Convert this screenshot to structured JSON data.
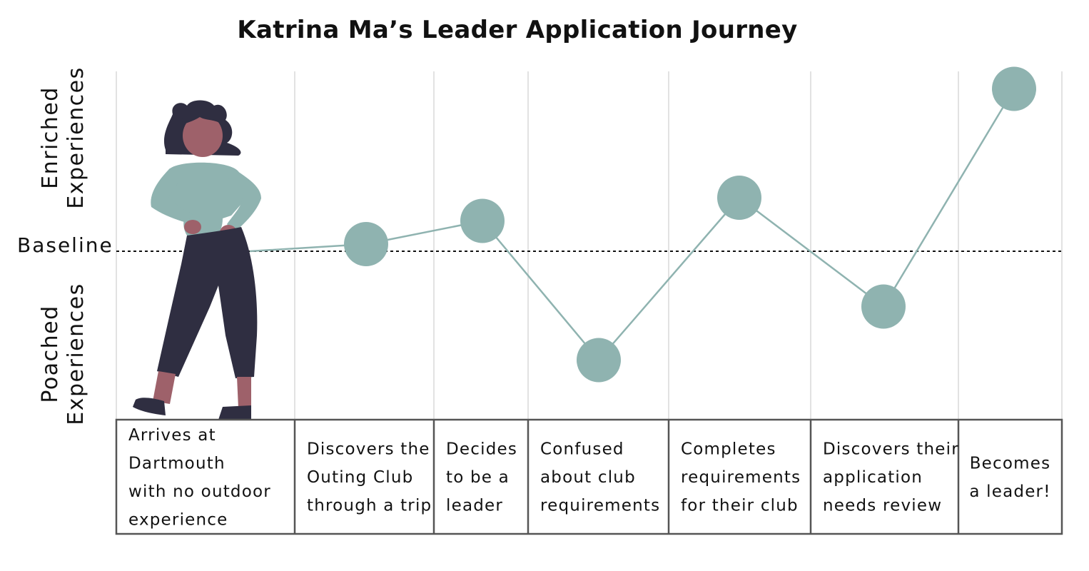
{
  "title": "Katrina Ma’s Leader Application Journey",
  "y_axis": {
    "upper": [
      "Enriched",
      "Experiences"
    ],
    "baseline": "Baseline",
    "lower": [
      "Poached",
      "Experiences"
    ]
  },
  "stages": [
    {
      "lines": [
        "Arrives at",
        "Dartmouth",
        "with no outdoor",
        "experience"
      ],
      "level": 0
    },
    {
      "lines": [
        "Discovers the",
        "Outing Club",
        "through a trip"
      ],
      "level": 0.04
    },
    {
      "lines": [
        "Decides",
        "to be a",
        "leader"
      ],
      "level": 0.17
    },
    {
      "lines": [
        "Confused",
        "about club",
        "requirements"
      ],
      "level": -0.61
    },
    {
      "lines": [
        "Completes",
        "requirements",
        "for their club"
      ],
      "level": 0.3
    },
    {
      "lines": [
        "Discovers their",
        "application",
        "needs review"
      ],
      "level": -0.31
    },
    {
      "lines": [
        "Becomes",
        "a leader!"
      ],
      "level": 0.91
    }
  ],
  "colors": {
    "marker": "#8fb3b0",
    "line": "#8fb3b0",
    "grid": "#e2e2e2",
    "table_border": "#555555",
    "figure_dark": "#2f2e41",
    "figure_skin": "#9e616a",
    "figure_top": "#8fb3b0"
  },
  "figure": {
    "icon": "standing-woman-illustration"
  }
}
